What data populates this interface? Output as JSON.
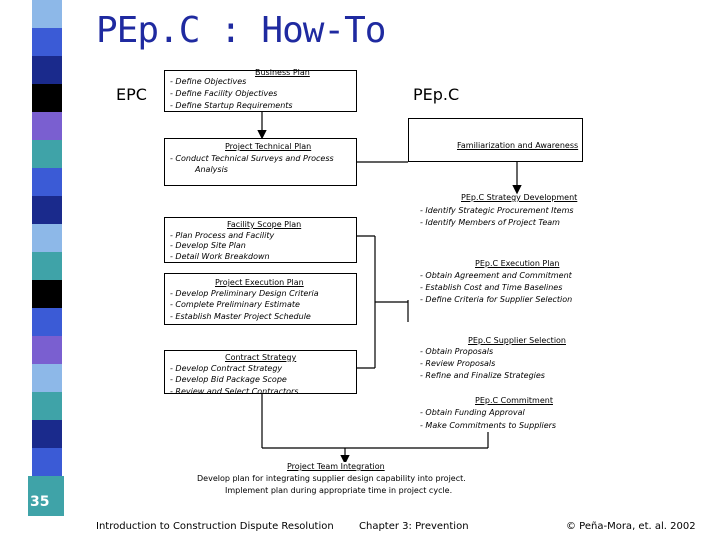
{
  "slide": {
    "title": "PEp.C : How-To",
    "page_number": "35"
  },
  "labels": {
    "left": "EPC",
    "right": "PEp.C"
  },
  "boxes": {
    "business_plan": {
      "title": "Business Plan",
      "lines": [
        "- Define Objectives",
        "- Define Facility Objectives",
        "- Define Startup Requirements"
      ]
    },
    "project_technical_plan": {
      "title": "Project Technical Plan",
      "lines": [
        "- Conduct Technical Surveys and Process",
        "Analysis"
      ]
    },
    "facility_scope_plan": {
      "title": "Facility Scope Plan",
      "lines": [
        "- Plan Process and Facility",
        "- Develop Site Plan",
        "- Detail Work Breakdown"
      ]
    },
    "project_execution_plan": {
      "title": "Project Execution Plan",
      "lines": [
        "- Develop Preliminary Design Criteria",
        "- Complete Preliminary Estimate",
        "- Establish Master Project Schedule"
      ]
    },
    "contract_strategy": {
      "title": "Contract Strategy",
      "lines": [
        "- Develop Contract Strategy",
        "- Develop Bid Package Scope",
        "- Review and Select Contractors"
      ]
    },
    "project_team_integration": {
      "title": "Project Team Integration",
      "lines": [
        "Develop plan for integrating supplier design capability into project.",
        "Implement plan during appropriate time in project cycle."
      ]
    }
  },
  "right": {
    "familiarization": {
      "title": "Familiarization and Awareness"
    },
    "strategy": {
      "title": "PEp.C Strategy Development",
      "lines": [
        "- Identify Strategic Procurement Items",
        "- Identify Members of Project Team"
      ]
    },
    "execution": {
      "title": "PEp.C Execution Plan",
      "lines": [
        "- Obtain Agreement and Commitment",
        "- Establish Cost and Time Baselines",
        "- Define Criteria for Supplier Selection"
      ]
    },
    "supplier_selection": {
      "title": "PEp.C Supplier Selection",
      "lines": [
        "- Obtain Proposals",
        "- Review Proposals",
        "- Refine and Finalize Strategies"
      ]
    },
    "commitment": {
      "title": "PEp.C Commitment",
      "lines": [
        "- Obtain Funding Approval",
        "- Make Commitments to Suppliers"
      ]
    }
  },
  "footer": {
    "left": "Introduction to Construction Dispute Resolution",
    "center": "Chapter 3: Prevention",
    "right": "© Peña-Mora, et. al. 2002"
  },
  "colors": {
    "title": "#1f2aa0",
    "strip_dark": "#1a2a8c",
    "strip_blue": "#3b5bd6",
    "strip_teal": "#3fa3a8",
    "strip_purple": "#7a5fd0",
    "strip_light": "#8db8e8",
    "strip_black": "#000000"
  }
}
